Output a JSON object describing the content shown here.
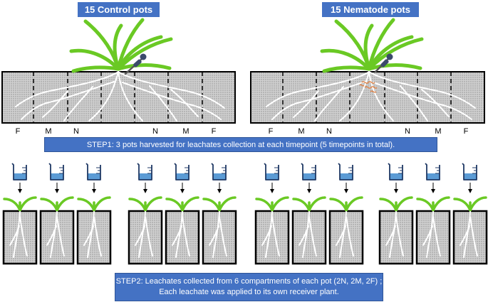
{
  "titles": {
    "control": "15 Control pots",
    "nematode": "15 Nematode pots"
  },
  "compartment_labels": {
    "control": [
      "F",
      "M",
      "N",
      "N",
      "M",
      "F"
    ],
    "nematode": [
      "F",
      "M",
      "N",
      "N",
      "M",
      "F"
    ]
  },
  "steps": {
    "step1": "STEP1: 3 pots harvested for leachates collection at each timepoint (5 timepoints in total).",
    "step2_line1": "STEP2:  Leachates collected from 6 compartments of each pot (2N, 2M, 2F) ;",
    "step2_line2": "Each leachate was applied to its own receiver plant."
  },
  "colors": {
    "box_blue": "#4472c4",
    "leaf_green": "#6ac924",
    "pot_fill": "#c8c8c8",
    "beaker_blue": "#5b9bd5",
    "nematode_orange": "#e07b39"
  }
}
